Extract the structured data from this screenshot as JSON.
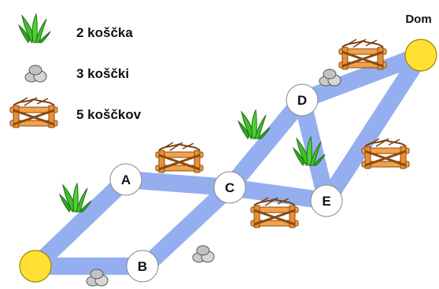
{
  "legend": [
    {
      "icon": "grass-icon",
      "label": "2 koščka"
    },
    {
      "icon": "stones-icon",
      "label": "3 koščki"
    },
    {
      "icon": "fence-icon",
      "label": "5 koščkov"
    }
  ],
  "nodes": {
    "A": "A",
    "B": "B",
    "C": "C",
    "D": "D",
    "E": "E"
  },
  "home_label": "Dom",
  "colors": {
    "path": "#94aef0",
    "sun": "#ffe033",
    "grass": "#3fbf2a",
    "stones": "#c9c9c9",
    "fence": "#f2a24a"
  }
}
